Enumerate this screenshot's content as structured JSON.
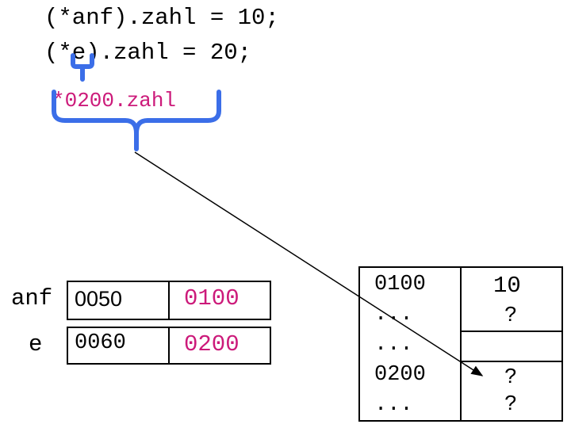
{
  "code": {
    "line1": "(*anf).zahl = 10;",
    "line2": "(*e).zahl = 20;",
    "expression": "*0200.zahl"
  },
  "variables": [
    {
      "name": "anf",
      "address": "0050",
      "value": "0100"
    },
    {
      "name": "e",
      "address": "0060",
      "value": "0200"
    }
  ],
  "memory": {
    "addresses": [
      "0100",
      "...",
      "...",
      "0200",
      "..."
    ],
    "values": [
      "10",
      "?",
      "",
      "?",
      "?"
    ]
  },
  "colors": {
    "bracket": "#3b6ee8",
    "highlight": "#cc1a7a"
  }
}
